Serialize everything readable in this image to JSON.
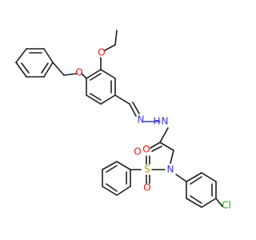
{
  "molecule": {
    "atoms": {
      "o_ether": "O",
      "o_ethoxy": "O",
      "n_imine": "N",
      "n_hydrazide": "N",
      "h_hydrazide": "H",
      "o_carbonyl": "O",
      "n_sulfonamide": "N",
      "s_sulfonyl": "S",
      "o_sulfonyl_left": "O",
      "o_sulfonyl_right": "O",
      "cl": "Cl"
    },
    "colors": {
      "carbon_bond": "#1e1e1e",
      "oxygen": "#e01818",
      "nitrogen": "#3a3ac8",
      "sulfur": "#b7a000",
      "chlorine": "#18a018"
    }
  }
}
